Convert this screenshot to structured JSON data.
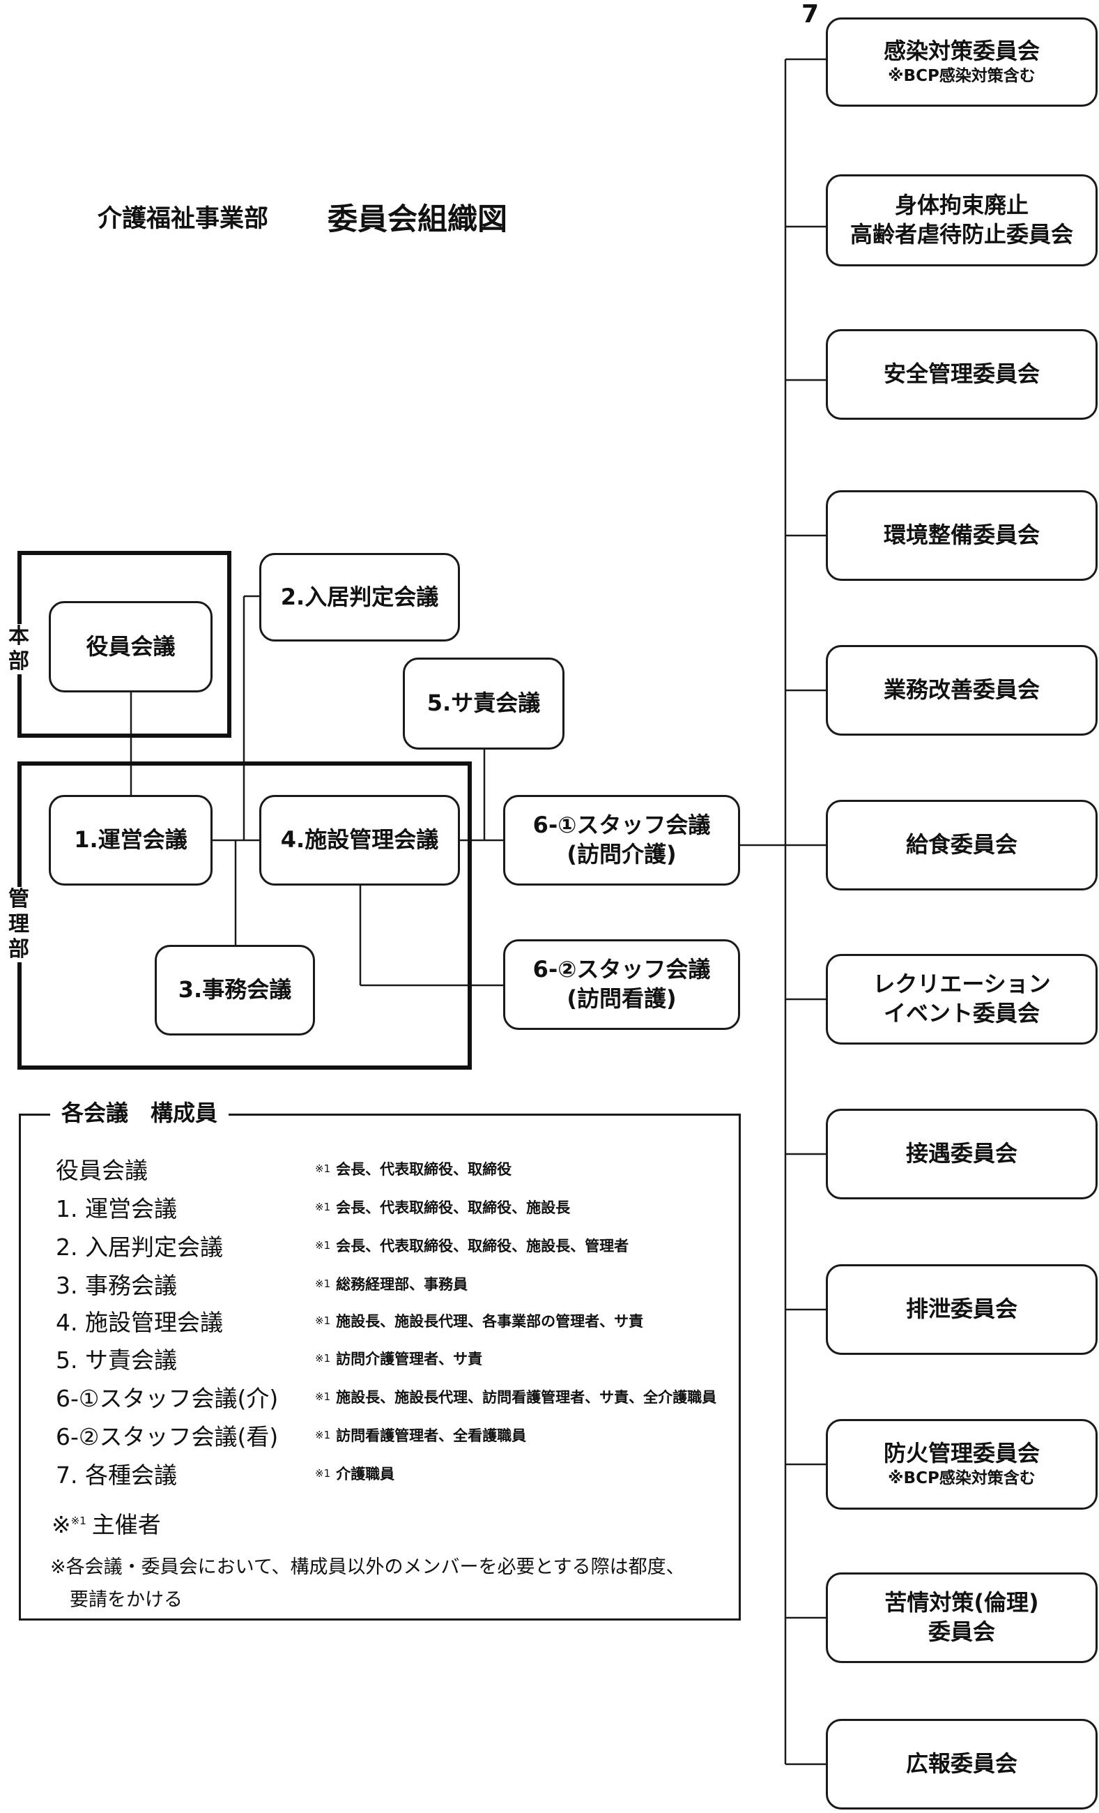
{
  "title": {
    "dept": "介護福祉事業部",
    "chart": "委員会組織図"
  },
  "committee_group_number": "7",
  "groups": {
    "honbu": "本部",
    "kanribu": "管理部"
  },
  "meetings": {
    "yakuin": "役員会議",
    "unei": "1.運営会議",
    "nyukyo": "2.入居判定会議",
    "jimu": "3.事務会議",
    "shisetsu": "4.施設管理会議",
    "saseki": "5.サ責会議",
    "staff1": {
      "line1": "6-①スタッフ会議",
      "line2": "(訪問介護)"
    },
    "staff2": {
      "line1": "6-②スタッフ会議",
      "line2": "(訪問看護)"
    }
  },
  "committees": [
    {
      "line1": "感染対策委員会",
      "note": "※BCP感染対策含む"
    },
    {
      "line1": "身体拘束廃止",
      "line2": "高齢者虐待防止委員会"
    },
    {
      "line1": "安全管理委員会"
    },
    {
      "line1": "環境整備委員会"
    },
    {
      "line1": "業務改善委員会"
    },
    {
      "line1": "給食委員会"
    },
    {
      "line1": "レクリエーション",
      "line2": "イベント委員会"
    },
    {
      "line1": "接遇委員会"
    },
    {
      "line1": "排泄委員会"
    },
    {
      "line1": "防火管理委員会",
      "note": "※BCP感染対策含む"
    },
    {
      "line1": "苦情対策(倫理)",
      "line2": "委員会"
    },
    {
      "line1": "広報委員会"
    }
  ],
  "legend": {
    "title": "各会議　構成員",
    "mark": "※1",
    "rows": [
      {
        "name": "役員会議",
        "members": "会長、代表取締役、取締役"
      },
      {
        "name": "1. 運営会議",
        "members": "会長、代表取締役、取締役、施設長"
      },
      {
        "name": "2. 入居判定会議",
        "members": "会長、代表取締役、取締役、施設長、管理者"
      },
      {
        "name": "3. 事務会議",
        "members": "総務経理部、事務員"
      },
      {
        "name": "4. 施設管理会議",
        "members": "施設長、施設長代理、各事業部の管理者、サ責"
      },
      {
        "name": "5. サ責会議",
        "members": "訪問介護管理者、サ責"
      },
      {
        "name": "6-①スタッフ会議(介)",
        "members": "施設長、施設長代理、訪問看護管理者、サ責、全介護職員"
      },
      {
        "name": "6-②スタッフ会議(看)",
        "members": "訪問看護管理者、全看護職員"
      },
      {
        "name": "7. 各種会議",
        "members": "介護職員"
      }
    ],
    "host_prefix": "※",
    "host_label": "主催者",
    "note1": "※各会議・委員会において、構成員以外のメンバーを必要とする際は都度、",
    "note2": "要請をかける"
  }
}
